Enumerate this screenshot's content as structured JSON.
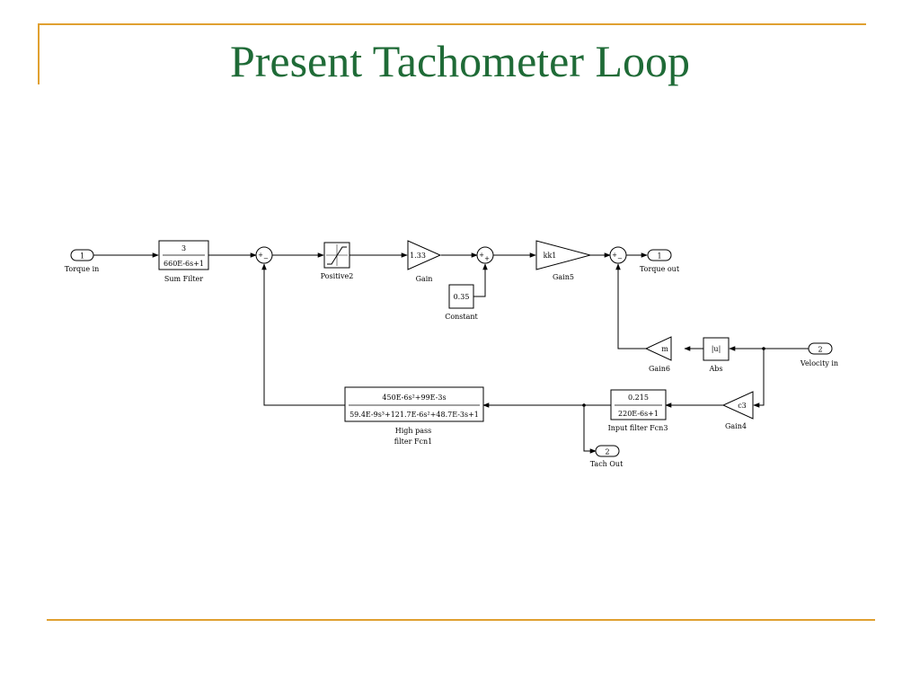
{
  "slide": {
    "title": "Present Tachometer Loop"
  },
  "colors": {
    "title": "#1f6b37",
    "accent_rule": "#e0a030",
    "line": "#000000"
  },
  "diagram": {
    "ports": {
      "torque_in": {
        "number": "1",
        "label": "Torque in"
      },
      "torque_out": {
        "number": "1",
        "label": "Torque out"
      },
      "velocity_in": {
        "number": "2",
        "label": "Velocity in"
      },
      "tach_out": {
        "number": "2",
        "label": "Tach Out"
      }
    },
    "blocks": {
      "sum_filter": {
        "num": "3",
        "den": "660E-6s+1",
        "label": "Sum Filter"
      },
      "positive2": {
        "label": "Positive2"
      },
      "gain": {
        "value": "1.33",
        "label": "Gain"
      },
      "constant": {
        "value": "0.35",
        "label": "Constant"
      },
      "gain5": {
        "value": "kk1",
        "label": "Gain5"
      },
      "gain6": {
        "value": "m",
        "label": "Gain6"
      },
      "abs": {
        "value": "|u|",
        "label": "Abs"
      },
      "gain4": {
        "value": "c3",
        "label": "Gain4"
      },
      "input_filter": {
        "num": "0.215",
        "den": "220E-6s+1",
        "label": "Input filter Fcn3"
      },
      "high_pass": {
        "num": "450E-6s²+99E-3s",
        "den": "59.4E-9s³+121.7E-6s²+48.7E-3s+1",
        "label_line1": "High pass",
        "label_line2": "filter Fcn1"
      }
    }
  }
}
